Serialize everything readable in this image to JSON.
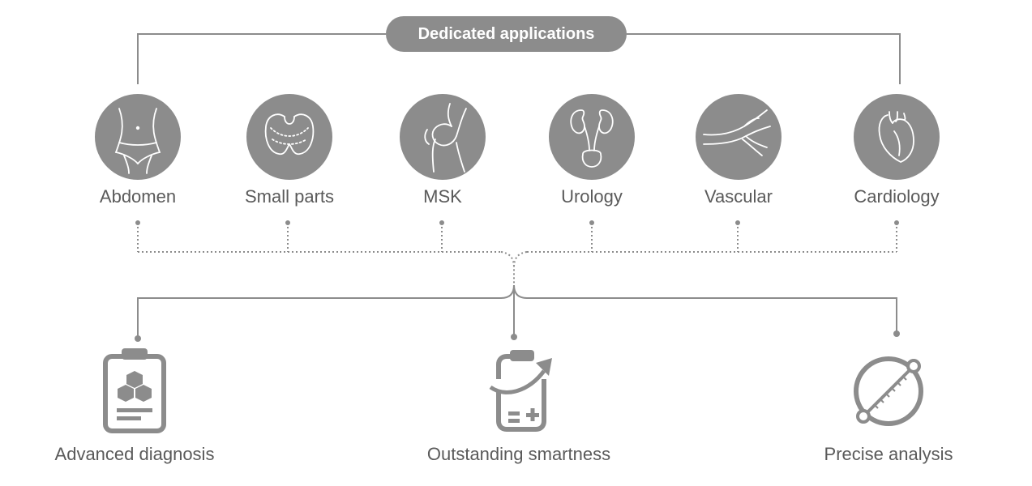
{
  "header": {
    "title": "Dedicated applications"
  },
  "applications": [
    {
      "label": "Abdomen",
      "icon": "abdomen-icon"
    },
    {
      "label": "Small parts",
      "icon": "thyroid-icon"
    },
    {
      "label": "MSK",
      "icon": "knee-joint-icon"
    },
    {
      "label": "Urology",
      "icon": "kidney-bladder-icon"
    },
    {
      "label": "Vascular",
      "icon": "blood-vessel-icon"
    },
    {
      "label": "Cardiology",
      "icon": "heart-icon"
    }
  ],
  "features": [
    {
      "label": "Advanced diagnosis",
      "icon": "clipboard-cubes-icon"
    },
    {
      "label": "Outstanding smartness",
      "icon": "clipboard-arrow-icon"
    },
    {
      "label": "Precise analysis",
      "icon": "caliper-measure-icon"
    }
  ],
  "colors": {
    "icon_fill": "#8c8c8c",
    "line": "#8c8c8c",
    "text": "#5a5a5a",
    "icon_stroke": "#ffffff"
  }
}
